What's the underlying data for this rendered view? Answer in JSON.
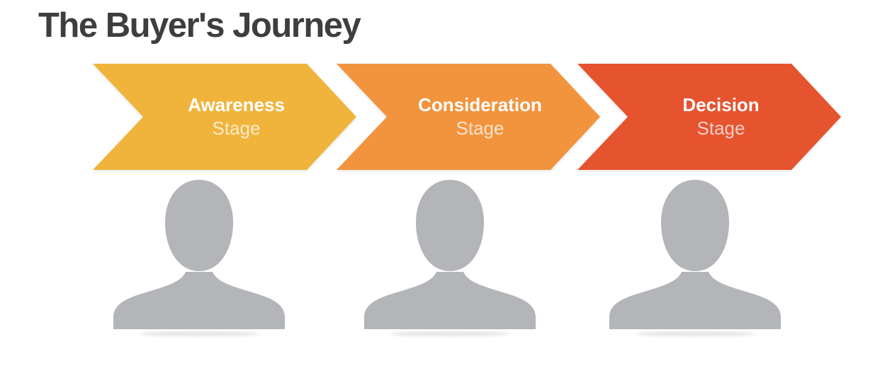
{
  "title": "The Buyer's Journey",
  "stages": [
    {
      "name": "Awareness",
      "sub": "Stage",
      "color": "#F0B43D"
    },
    {
      "name": "Consideration",
      "sub": "Stage",
      "color": "#F2943E"
    },
    {
      "name": "Decision",
      "sub": "Stage",
      "color": "#E6532F"
    }
  ],
  "figures": {
    "icon": "person-silhouette",
    "color": "#B3B5B8",
    "count": 3
  },
  "colors": {
    "background": "#FFFFFF",
    "title_text": "#3E3E40",
    "stage_name_text": "#FFFFFF",
    "stage_sub_text": "rgba(255,255,255,0.72)"
  }
}
